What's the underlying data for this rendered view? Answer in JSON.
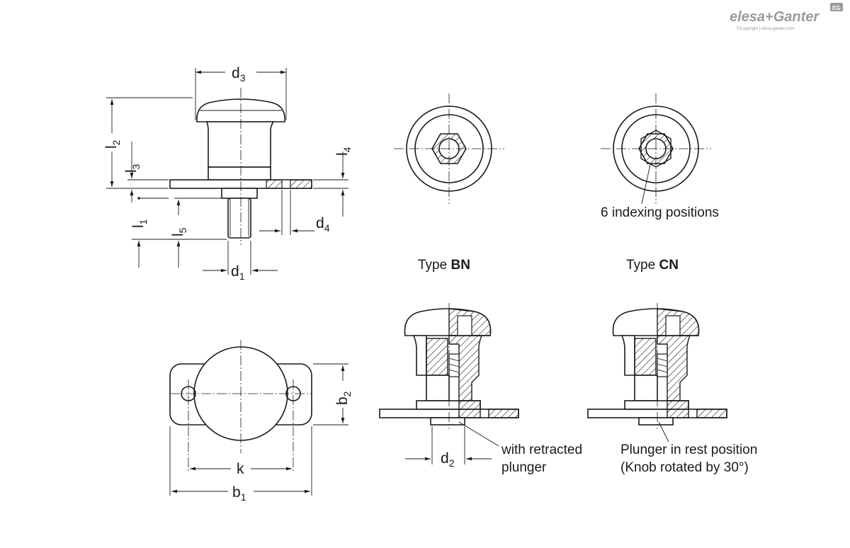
{
  "logo": {
    "brand": "elesa+Ganter",
    "badge": "EG",
    "copyright": "©Copyright | elesa-ganter.com"
  },
  "dimensions": {
    "d3": {
      "main": "d",
      "sub": "3"
    },
    "d1": {
      "main": "d",
      "sub": "1"
    },
    "d4": {
      "main": "d",
      "sub": "4"
    },
    "d2": {
      "main": "d",
      "sub": "2"
    },
    "l1": {
      "main": "l",
      "sub": "1"
    },
    "l2": {
      "main": "l",
      "sub": "2"
    },
    "l3": {
      "main": "l",
      "sub": "3"
    },
    "l4": {
      "main": "l",
      "sub": "4"
    },
    "l5": {
      "main": "l",
      "sub": "5"
    },
    "b1": {
      "main": "b",
      "sub": "1"
    },
    "b2": {
      "main": "b",
      "sub": "2"
    },
    "k": "k"
  },
  "labels": {
    "indexing": "6 indexing positions",
    "type_bn_prefix": "Type ",
    "type_bn_bold": "BN",
    "type_cn_prefix": "Type ",
    "type_cn_bold": "CN",
    "retracted_line1": "with retracted",
    "retracted_line2": "plunger",
    "rest_line1": "Plunger in rest position",
    "rest_line2": "(Knob rotated by 30°)"
  }
}
